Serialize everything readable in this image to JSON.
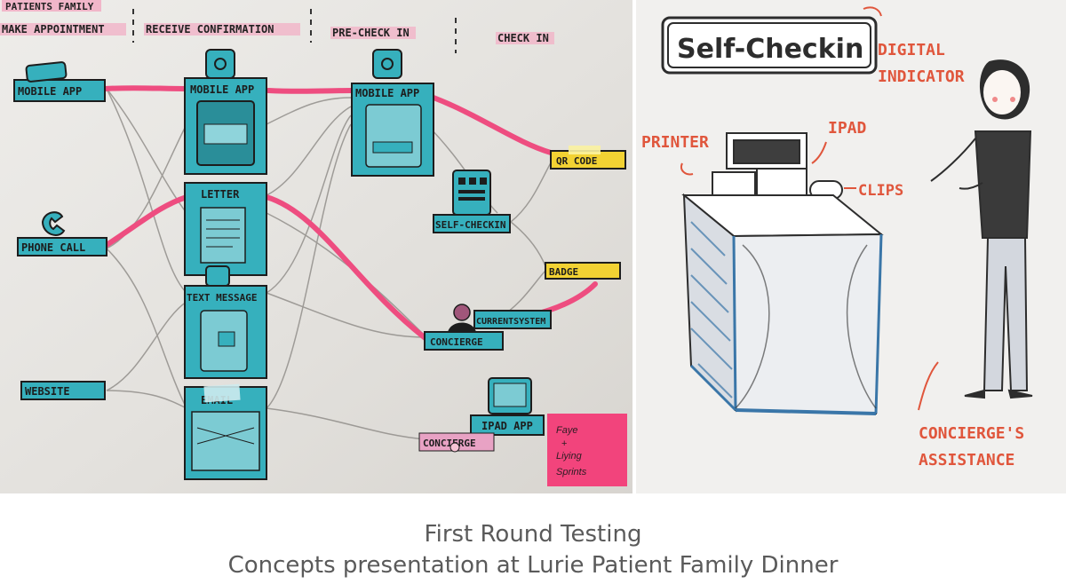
{
  "left_board": {
    "stage_header": "PATIENTS FAMILY",
    "stages": [
      "MAKE APPOINTMENT",
      "RECEIVE CONFIRMATION",
      "PRE-CHECK IN",
      "CHECK IN"
    ],
    "cards": {
      "mobile_app_1": "MOBILE APP",
      "phone_call": "PHONE CALL",
      "website": "WEBSITE",
      "mobile_app_2": "MOBILE APP",
      "letter": "LETTER",
      "text_message": "TEXT MESSAGE",
      "email": "EMAIL",
      "mobile_app_3": "MOBILE APP",
      "self_checkin": "SELF-CHECKIN",
      "current_system": "CURRENTSYSTEM",
      "concierge": "CONCIERGE",
      "ipad_app": "IPAD APP",
      "concierge_2": "CONCIERGE",
      "qr_code": "QR CODE",
      "badge": "BADGE"
    },
    "sticky_note": [
      "Faye",
      "+",
      "Liying",
      "Sprints"
    ],
    "accent_color": "#e8457a",
    "card_color": "#3bb7c4"
  },
  "right_sketch": {
    "title": "Self-Checkin",
    "labels": {
      "digital_indicator": [
        "DIGITAL",
        "INDICATOR"
      ],
      "printer": "PRINTER",
      "ipad": "IPAD",
      "clips": "CLIPS",
      "concierge_assistance": [
        "CONCIERGE'S",
        "ASSISTANCE"
      ]
    },
    "label_color": "#e0563c"
  },
  "caption": {
    "line1": "First Round Testing",
    "line2": "Concepts presentation at Lurie Patient Family Dinner"
  }
}
